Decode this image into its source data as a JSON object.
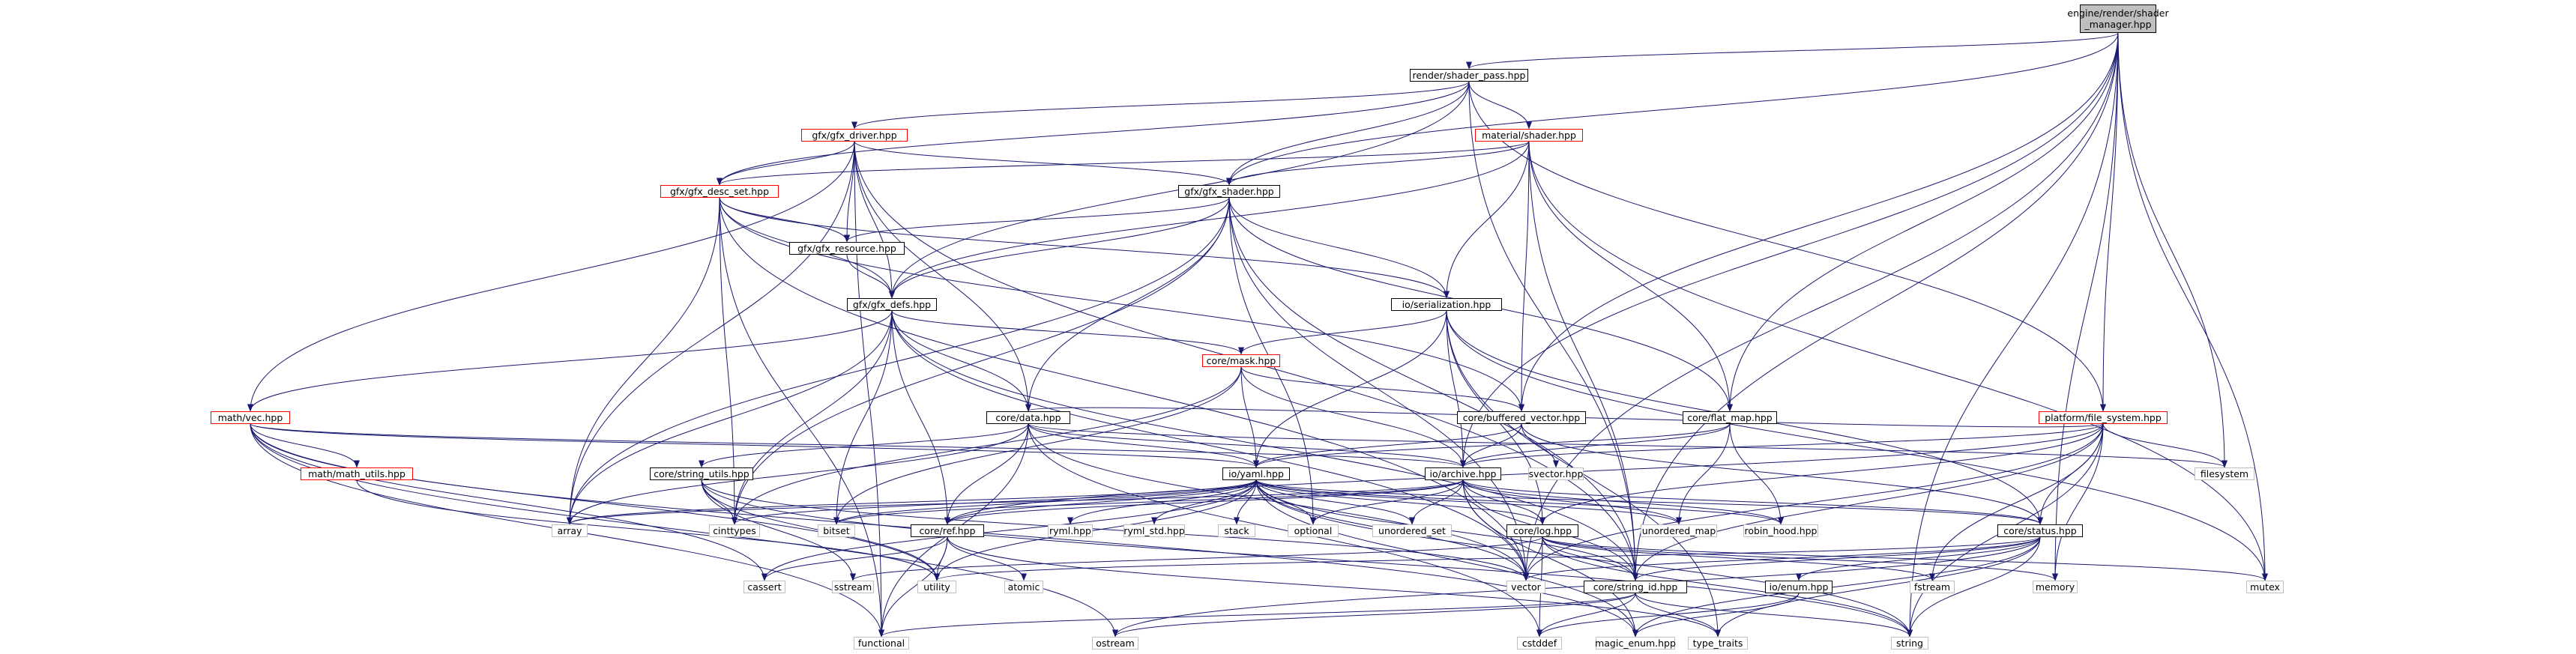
{
  "title": "engine/render/shader_manager.hpp",
  "nodes": [
    {
      "id": "root",
      "label": "engine/render/shader\n_manager.hpp",
      "kind": "root"
    },
    {
      "id": "shader_pass",
      "label": "render/shader_pass.hpp",
      "kind": "normal"
    },
    {
      "id": "gfx_driver",
      "label": "gfx/gfx_driver.hpp",
      "kind": "trunc"
    },
    {
      "id": "material_shader",
      "label": "material/shader.hpp",
      "kind": "trunc"
    },
    {
      "id": "gfx_desc_set",
      "label": "gfx/gfx_desc_set.hpp",
      "kind": "trunc"
    },
    {
      "id": "gfx_shader",
      "label": "gfx/gfx_shader.hpp",
      "kind": "normal"
    },
    {
      "id": "gfx_resource",
      "label": "gfx/gfx_resource.hpp",
      "kind": "normal"
    },
    {
      "id": "gfx_defs",
      "label": "gfx/gfx_defs.hpp",
      "kind": "normal"
    },
    {
      "id": "io_serialization",
      "label": "io/serialization.hpp",
      "kind": "normal"
    },
    {
      "id": "core_mask",
      "label": "core/mask.hpp",
      "kind": "trunc"
    },
    {
      "id": "platform_fs",
      "label": "platform/file_system.hpp",
      "kind": "trunc"
    },
    {
      "id": "math_vec",
      "label": "math/vec.hpp",
      "kind": "trunc"
    },
    {
      "id": "core_data",
      "label": "core/data.hpp",
      "kind": "normal"
    },
    {
      "id": "core_buffered_vector",
      "label": "core/buffered_vector.hpp",
      "kind": "normal"
    },
    {
      "id": "core_flat_map",
      "label": "core/flat_map.hpp",
      "kind": "normal"
    },
    {
      "id": "math_utils",
      "label": "math/math_utils.hpp",
      "kind": "trunc"
    },
    {
      "id": "core_string_utils",
      "label": "core/string_utils.hpp",
      "kind": "normal"
    },
    {
      "id": "io_yaml",
      "label": "io/yaml.hpp",
      "kind": "normal"
    },
    {
      "id": "io_archive",
      "label": "io/archive.hpp",
      "kind": "normal"
    },
    {
      "id": "svector",
      "label": "svector.hpp",
      "kind": "sys"
    },
    {
      "id": "filesystem",
      "label": "filesystem",
      "kind": "sys"
    },
    {
      "id": "array",
      "label": "array",
      "kind": "sys"
    },
    {
      "id": "cinttypes",
      "label": "cinttypes",
      "kind": "sys"
    },
    {
      "id": "bitset",
      "label": "bitset",
      "kind": "sys"
    },
    {
      "id": "core_ref",
      "label": "core/ref.hpp",
      "kind": "normal"
    },
    {
      "id": "ryml",
      "label": "ryml.hpp",
      "kind": "sys"
    },
    {
      "id": "ryml_std",
      "label": "ryml_std.hpp",
      "kind": "sys"
    },
    {
      "id": "stack",
      "label": "stack",
      "kind": "sys"
    },
    {
      "id": "optional",
      "label": "optional",
      "kind": "sys"
    },
    {
      "id": "unordered_set",
      "label": "unordered_set",
      "kind": "sys"
    },
    {
      "id": "core_log",
      "label": "core/log.hpp",
      "kind": "normal"
    },
    {
      "id": "unordered_map",
      "label": "unordered_map",
      "kind": "sys"
    },
    {
      "id": "robin_hood",
      "label": "robin_hood.hpp",
      "kind": "sys"
    },
    {
      "id": "core_status",
      "label": "core/status.hpp",
      "kind": "normal"
    },
    {
      "id": "cassert",
      "label": "cassert",
      "kind": "sys"
    },
    {
      "id": "sstream",
      "label": "sstream",
      "kind": "sys"
    },
    {
      "id": "utility",
      "label": "utility",
      "kind": "sys"
    },
    {
      "id": "atomic",
      "label": "atomic",
      "kind": "sys"
    },
    {
      "id": "vector",
      "label": "vector",
      "kind": "sys"
    },
    {
      "id": "core_string_id",
      "label": "core/string_id.hpp",
      "kind": "normal"
    },
    {
      "id": "io_enum",
      "label": "io/enum.hpp",
      "kind": "normal"
    },
    {
      "id": "fstream",
      "label": "fstream",
      "kind": "sys"
    },
    {
      "id": "memory",
      "label": "memory",
      "kind": "sys"
    },
    {
      "id": "mutex",
      "label": "mutex",
      "kind": "sys"
    },
    {
      "id": "functional",
      "label": "functional",
      "kind": "sys"
    },
    {
      "id": "ostream",
      "label": "ostream",
      "kind": "sys"
    },
    {
      "id": "cstddef",
      "label": "cstddef",
      "kind": "sys"
    },
    {
      "id": "magic_enum",
      "label": "magic_enum.hpp",
      "kind": "sys"
    },
    {
      "id": "type_traits",
      "label": "type_traits",
      "kind": "sys"
    },
    {
      "id": "string",
      "label": "string",
      "kind": "sys"
    }
  ],
  "edges": [
    [
      "root",
      "shader_pass"
    ],
    [
      "root",
      "gfx_shader"
    ],
    [
      "root",
      "core_buffered_vector"
    ],
    [
      "root",
      "core_flat_map"
    ],
    [
      "root",
      "platform_fs"
    ],
    [
      "root",
      "io_archive"
    ],
    [
      "root",
      "vector"
    ],
    [
      "root",
      "memory"
    ],
    [
      "root",
      "mutex"
    ],
    [
      "root",
      "filesystem"
    ],
    [
      "root",
      "string"
    ],
    [
      "root",
      "core_string_id"
    ],
    [
      "shader_pass",
      "gfx_driver"
    ],
    [
      "shader_pass",
      "material_shader"
    ],
    [
      "shader_pass",
      "gfx_desc_set"
    ],
    [
      "shader_pass",
      "gfx_shader"
    ],
    [
      "shader_pass",
      "gfx_defs"
    ],
    [
      "shader_pass",
      "platform_fs"
    ],
    [
      "shader_pass",
      "core_string_id"
    ],
    [
      "gfx_driver",
      "gfx_desc_set"
    ],
    [
      "gfx_driver",
      "gfx_shader"
    ],
    [
      "gfx_driver",
      "gfx_resource"
    ],
    [
      "gfx_driver",
      "gfx_defs"
    ],
    [
      "gfx_driver",
      "math_vec"
    ],
    [
      "gfx_driver",
      "core_data"
    ],
    [
      "gfx_driver",
      "array"
    ],
    [
      "gfx_driver",
      "core_string_id"
    ],
    [
      "gfx_driver",
      "functional"
    ],
    [
      "material_shader",
      "gfx_desc_set"
    ],
    [
      "material_shader",
      "gfx_shader"
    ],
    [
      "material_shader",
      "gfx_defs"
    ],
    [
      "material_shader",
      "io_serialization"
    ],
    [
      "material_shader",
      "core_buffered_vector"
    ],
    [
      "material_shader",
      "core_flat_map"
    ],
    [
      "material_shader",
      "core_string_id"
    ],
    [
      "material_shader",
      "mutex"
    ],
    [
      "gfx_desc_set",
      "gfx_resource"
    ],
    [
      "gfx_desc_set",
      "gfx_defs"
    ],
    [
      "gfx_desc_set",
      "io_serialization"
    ],
    [
      "gfx_desc_set",
      "core_buffered_vector"
    ],
    [
      "gfx_desc_set",
      "array"
    ],
    [
      "gfx_desc_set",
      "cinttypes"
    ],
    [
      "gfx_desc_set",
      "functional"
    ],
    [
      "gfx_desc_set",
      "vector"
    ],
    [
      "gfx_shader",
      "gfx_resource"
    ],
    [
      "gfx_shader",
      "gfx_defs"
    ],
    [
      "gfx_shader",
      "io_serialization"
    ],
    [
      "gfx_shader",
      "core_data"
    ],
    [
      "gfx_shader",
      "core_flat_map"
    ],
    [
      "gfx_shader",
      "array"
    ],
    [
      "gfx_shader",
      "optional"
    ],
    [
      "gfx_shader",
      "core_string_id"
    ],
    [
      "gfx_shader",
      "vector"
    ],
    [
      "gfx_shader",
      "cinttypes"
    ],
    [
      "gfx_resource",
      "gfx_defs"
    ],
    [
      "gfx_defs",
      "math_vec"
    ],
    [
      "gfx_defs",
      "core_mask"
    ],
    [
      "gfx_defs",
      "core_data"
    ],
    [
      "gfx_defs",
      "core_ref"
    ],
    [
      "gfx_defs",
      "array"
    ],
    [
      "gfx_defs",
      "bitset"
    ],
    [
      "gfx_defs",
      "cinttypes"
    ],
    [
      "gfx_defs",
      "vector"
    ],
    [
      "gfx_defs",
      "core_string_id"
    ],
    [
      "io_serialization",
      "core_mask"
    ],
    [
      "io_serialization",
      "io_yaml"
    ],
    [
      "io_serialization",
      "io_archive"
    ],
    [
      "io_serialization",
      "core_log"
    ],
    [
      "io_serialization",
      "core_status"
    ],
    [
      "io_serialization",
      "type_traits"
    ],
    [
      "io_serialization",
      "mutex"
    ],
    [
      "core_mask",
      "core_buffered_vector"
    ],
    [
      "core_mask",
      "io_yaml"
    ],
    [
      "core_mask",
      "io_archive"
    ],
    [
      "core_mask",
      "bitset"
    ],
    [
      "core_mask",
      "cinttypes"
    ],
    [
      "platform_fs",
      "core_data"
    ],
    [
      "platform_fs",
      "io_archive"
    ],
    [
      "platform_fs",
      "core_status"
    ],
    [
      "platform_fs",
      "filesystem"
    ],
    [
      "platform_fs",
      "fstream"
    ],
    [
      "platform_fs",
      "memory"
    ],
    [
      "platform_fs",
      "string"
    ],
    [
      "platform_fs",
      "vector"
    ],
    [
      "platform_fs",
      "core_log"
    ],
    [
      "platform_fs",
      "core_ref"
    ],
    [
      "platform_fs",
      "core_string_id"
    ],
    [
      "math_vec",
      "math_utils"
    ],
    [
      "math_vec",
      "io_archive"
    ],
    [
      "math_vec",
      "io_yaml"
    ],
    [
      "math_vec",
      "cassert"
    ],
    [
      "math_vec",
      "functional"
    ],
    [
      "math_vec",
      "ostream"
    ],
    [
      "math_vec",
      "magic_enum"
    ],
    [
      "math_vec",
      "utility"
    ],
    [
      "core_data",
      "core_string_utils"
    ],
    [
      "core_data",
      "io_yaml"
    ],
    [
      "core_data",
      "io_archive"
    ],
    [
      "core_data",
      "core_ref"
    ],
    [
      "core_data",
      "filesystem"
    ],
    [
      "core_data",
      "array"
    ],
    [
      "core_data",
      "vector"
    ],
    [
      "core_data",
      "functional"
    ],
    [
      "core_data",
      "cstddef"
    ],
    [
      "core_buffered_vector",
      "svector"
    ],
    [
      "core_buffered_vector",
      "io_yaml"
    ],
    [
      "core_buffered_vector",
      "io_archive"
    ],
    [
      "core_buffered_vector",
      "core_status"
    ],
    [
      "core_flat_map",
      "io_yaml"
    ],
    [
      "core_flat_map",
      "io_archive"
    ],
    [
      "core_flat_map",
      "robin_hood"
    ],
    [
      "core_flat_map",
      "unordered_map"
    ],
    [
      "math_utils",
      "utility"
    ],
    [
      "core_string_utils",
      "cinttypes"
    ],
    [
      "core_string_utils",
      "sstream"
    ],
    [
      "core_string_utils",
      "vector"
    ],
    [
      "core_string_utils",
      "string"
    ],
    [
      "core_string_utils",
      "utility"
    ],
    [
      "io_yaml",
      "array"
    ],
    [
      "io_yaml",
      "bitset"
    ],
    [
      "io_yaml",
      "cinttypes"
    ],
    [
      "io_yaml",
      "core_ref"
    ],
    [
      "io_yaml",
      "ryml"
    ],
    [
      "io_yaml",
      "ryml_std"
    ],
    [
      "io_yaml",
      "stack"
    ],
    [
      "io_yaml",
      "optional"
    ],
    [
      "io_yaml",
      "unordered_set"
    ],
    [
      "io_yaml",
      "core_log"
    ],
    [
      "io_yaml",
      "unordered_map"
    ],
    [
      "io_yaml",
      "robin_hood"
    ],
    [
      "io_yaml",
      "core_status"
    ],
    [
      "io_yaml",
      "vector"
    ],
    [
      "io_yaml",
      "core_string_id"
    ],
    [
      "io_yaml",
      "magic_enum"
    ],
    [
      "io_yaml",
      "string"
    ],
    [
      "io_yaml",
      "utility"
    ],
    [
      "io_yaml",
      "cassert"
    ],
    [
      "io_archive",
      "array"
    ],
    [
      "io_archive",
      "bitset"
    ],
    [
      "io_archive",
      "optional"
    ],
    [
      "io_archive",
      "unordered_set"
    ],
    [
      "io_archive",
      "unordered_map"
    ],
    [
      "io_archive",
      "core_log"
    ],
    [
      "io_archive",
      "core_status"
    ],
    [
      "io_archive",
      "core_ref"
    ],
    [
      "io_archive",
      "vector"
    ],
    [
      "io_archive",
      "core_string_id"
    ],
    [
      "io_archive",
      "magic_enum"
    ],
    [
      "io_archive",
      "robin_hood"
    ],
    [
      "core_ref",
      "cassert"
    ],
    [
      "core_ref",
      "atomic"
    ],
    [
      "core_ref",
      "utility"
    ],
    [
      "core_ref",
      "functional"
    ],
    [
      "core_ref",
      "type_traits"
    ],
    [
      "core_log",
      "vector"
    ],
    [
      "core_log",
      "fstream"
    ],
    [
      "core_log",
      "mutex"
    ],
    [
      "core_log",
      "memory"
    ],
    [
      "core_log",
      "sstream"
    ],
    [
      "core_log",
      "core_string_id"
    ],
    [
      "core_log",
      "string"
    ],
    [
      "core_log",
      "cstddef"
    ],
    [
      "core_status",
      "io_enum"
    ],
    [
      "core_status",
      "core_string_id"
    ],
    [
      "core_status",
      "string"
    ],
    [
      "core_status",
      "type_traits"
    ],
    [
      "core_status",
      "ostream"
    ],
    [
      "core_status",
      "magic_enum"
    ],
    [
      "core_status",
      "utility"
    ],
    [
      "core_status",
      "vector"
    ],
    [
      "core_string_id",
      "cstddef"
    ],
    [
      "core_string_id",
      "functional"
    ],
    [
      "core_string_id",
      "ostream"
    ],
    [
      "core_string_id",
      "string"
    ],
    [
      "core_string_id",
      "type_traits"
    ],
    [
      "io_enum",
      "magic_enum"
    ],
    [
      "io_enum",
      "cstddef"
    ]
  ]
}
